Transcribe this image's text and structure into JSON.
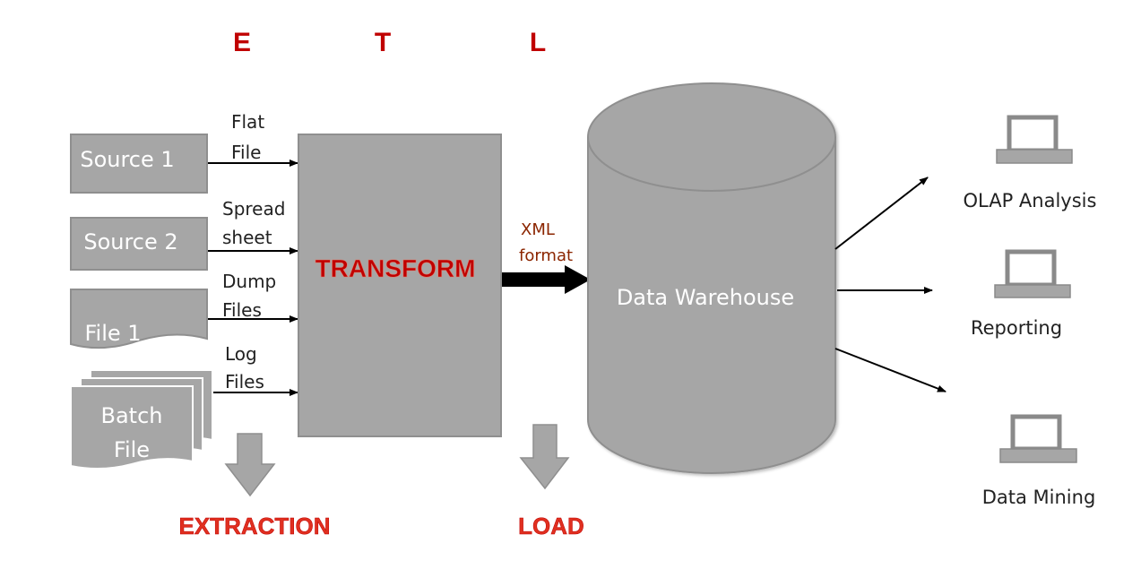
{
  "stage_letters": {
    "e": "E",
    "t": "T",
    "l": "L"
  },
  "sources": {
    "source1": "Source 1",
    "source2": "Source 2",
    "file1": "File 1",
    "batch_line1": "Batch",
    "batch_line2": "File"
  },
  "inputs": {
    "flat_line1": "Flat",
    "flat_line2": "File",
    "spread_line1": "Spread",
    "spread_line2": "sheet",
    "dump_line1": "Dump",
    "dump_line2": "Files",
    "log_line1": "Log",
    "log_line2": "Files"
  },
  "transform_label": "TRANSFORM",
  "xml": {
    "line1": "XML",
    "line2": "format"
  },
  "warehouse_label": "Data Warehouse",
  "outputs": {
    "olap": "OLAP Analysis",
    "reporting": "Reporting",
    "mining": "Data Mining"
  },
  "phases": {
    "extraction": "EXTRACTION",
    "load": "LOAD"
  },
  "colors": {
    "box_fill": "#a6a6a6",
    "box_stroke": "#8f8f8f",
    "red_letters": "#c00000",
    "phase_red": "#e03020",
    "xml_text": "#8b2500",
    "arrow": "#000000",
    "box_text": "#ffffff"
  }
}
